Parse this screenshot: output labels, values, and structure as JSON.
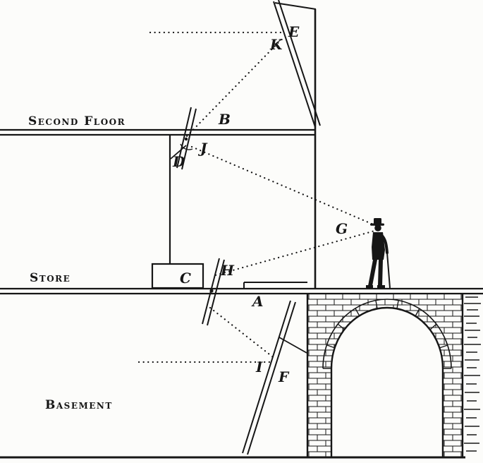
{
  "figure": {
    "floor_labels": {
      "second_floor": "Second Floor",
      "store": "Store",
      "basement": "Basement"
    },
    "point_labels": {
      "A": "A",
      "B": "B",
      "C": "C",
      "D": "D",
      "E": "E",
      "F": "F",
      "G": "G",
      "H": "H",
      "I": "I",
      "J": "J",
      "K": "K"
    },
    "colors": {
      "ink": "#161616",
      "paper": "#fcfcfa"
    }
  }
}
